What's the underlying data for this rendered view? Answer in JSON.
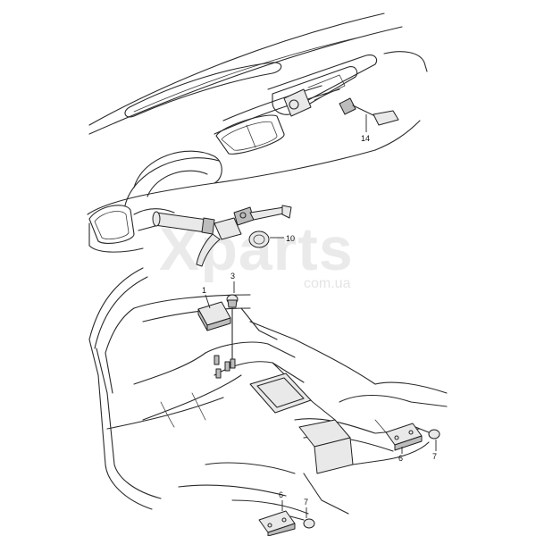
{
  "watermark": {
    "brand": "Xparts",
    "domain": "com.ua"
  },
  "callouts": [
    {
      "id": "1",
      "label": "1"
    },
    {
      "id": "3",
      "label": "3"
    },
    {
      "id": "6a",
      "label": "6"
    },
    {
      "id": "7a",
      "label": "7"
    },
    {
      "id": "6b",
      "label": "6"
    },
    {
      "id": "7b",
      "label": "7"
    },
    {
      "id": "10",
      "label": "10"
    },
    {
      "id": "14",
      "label": "14"
    }
  ]
}
